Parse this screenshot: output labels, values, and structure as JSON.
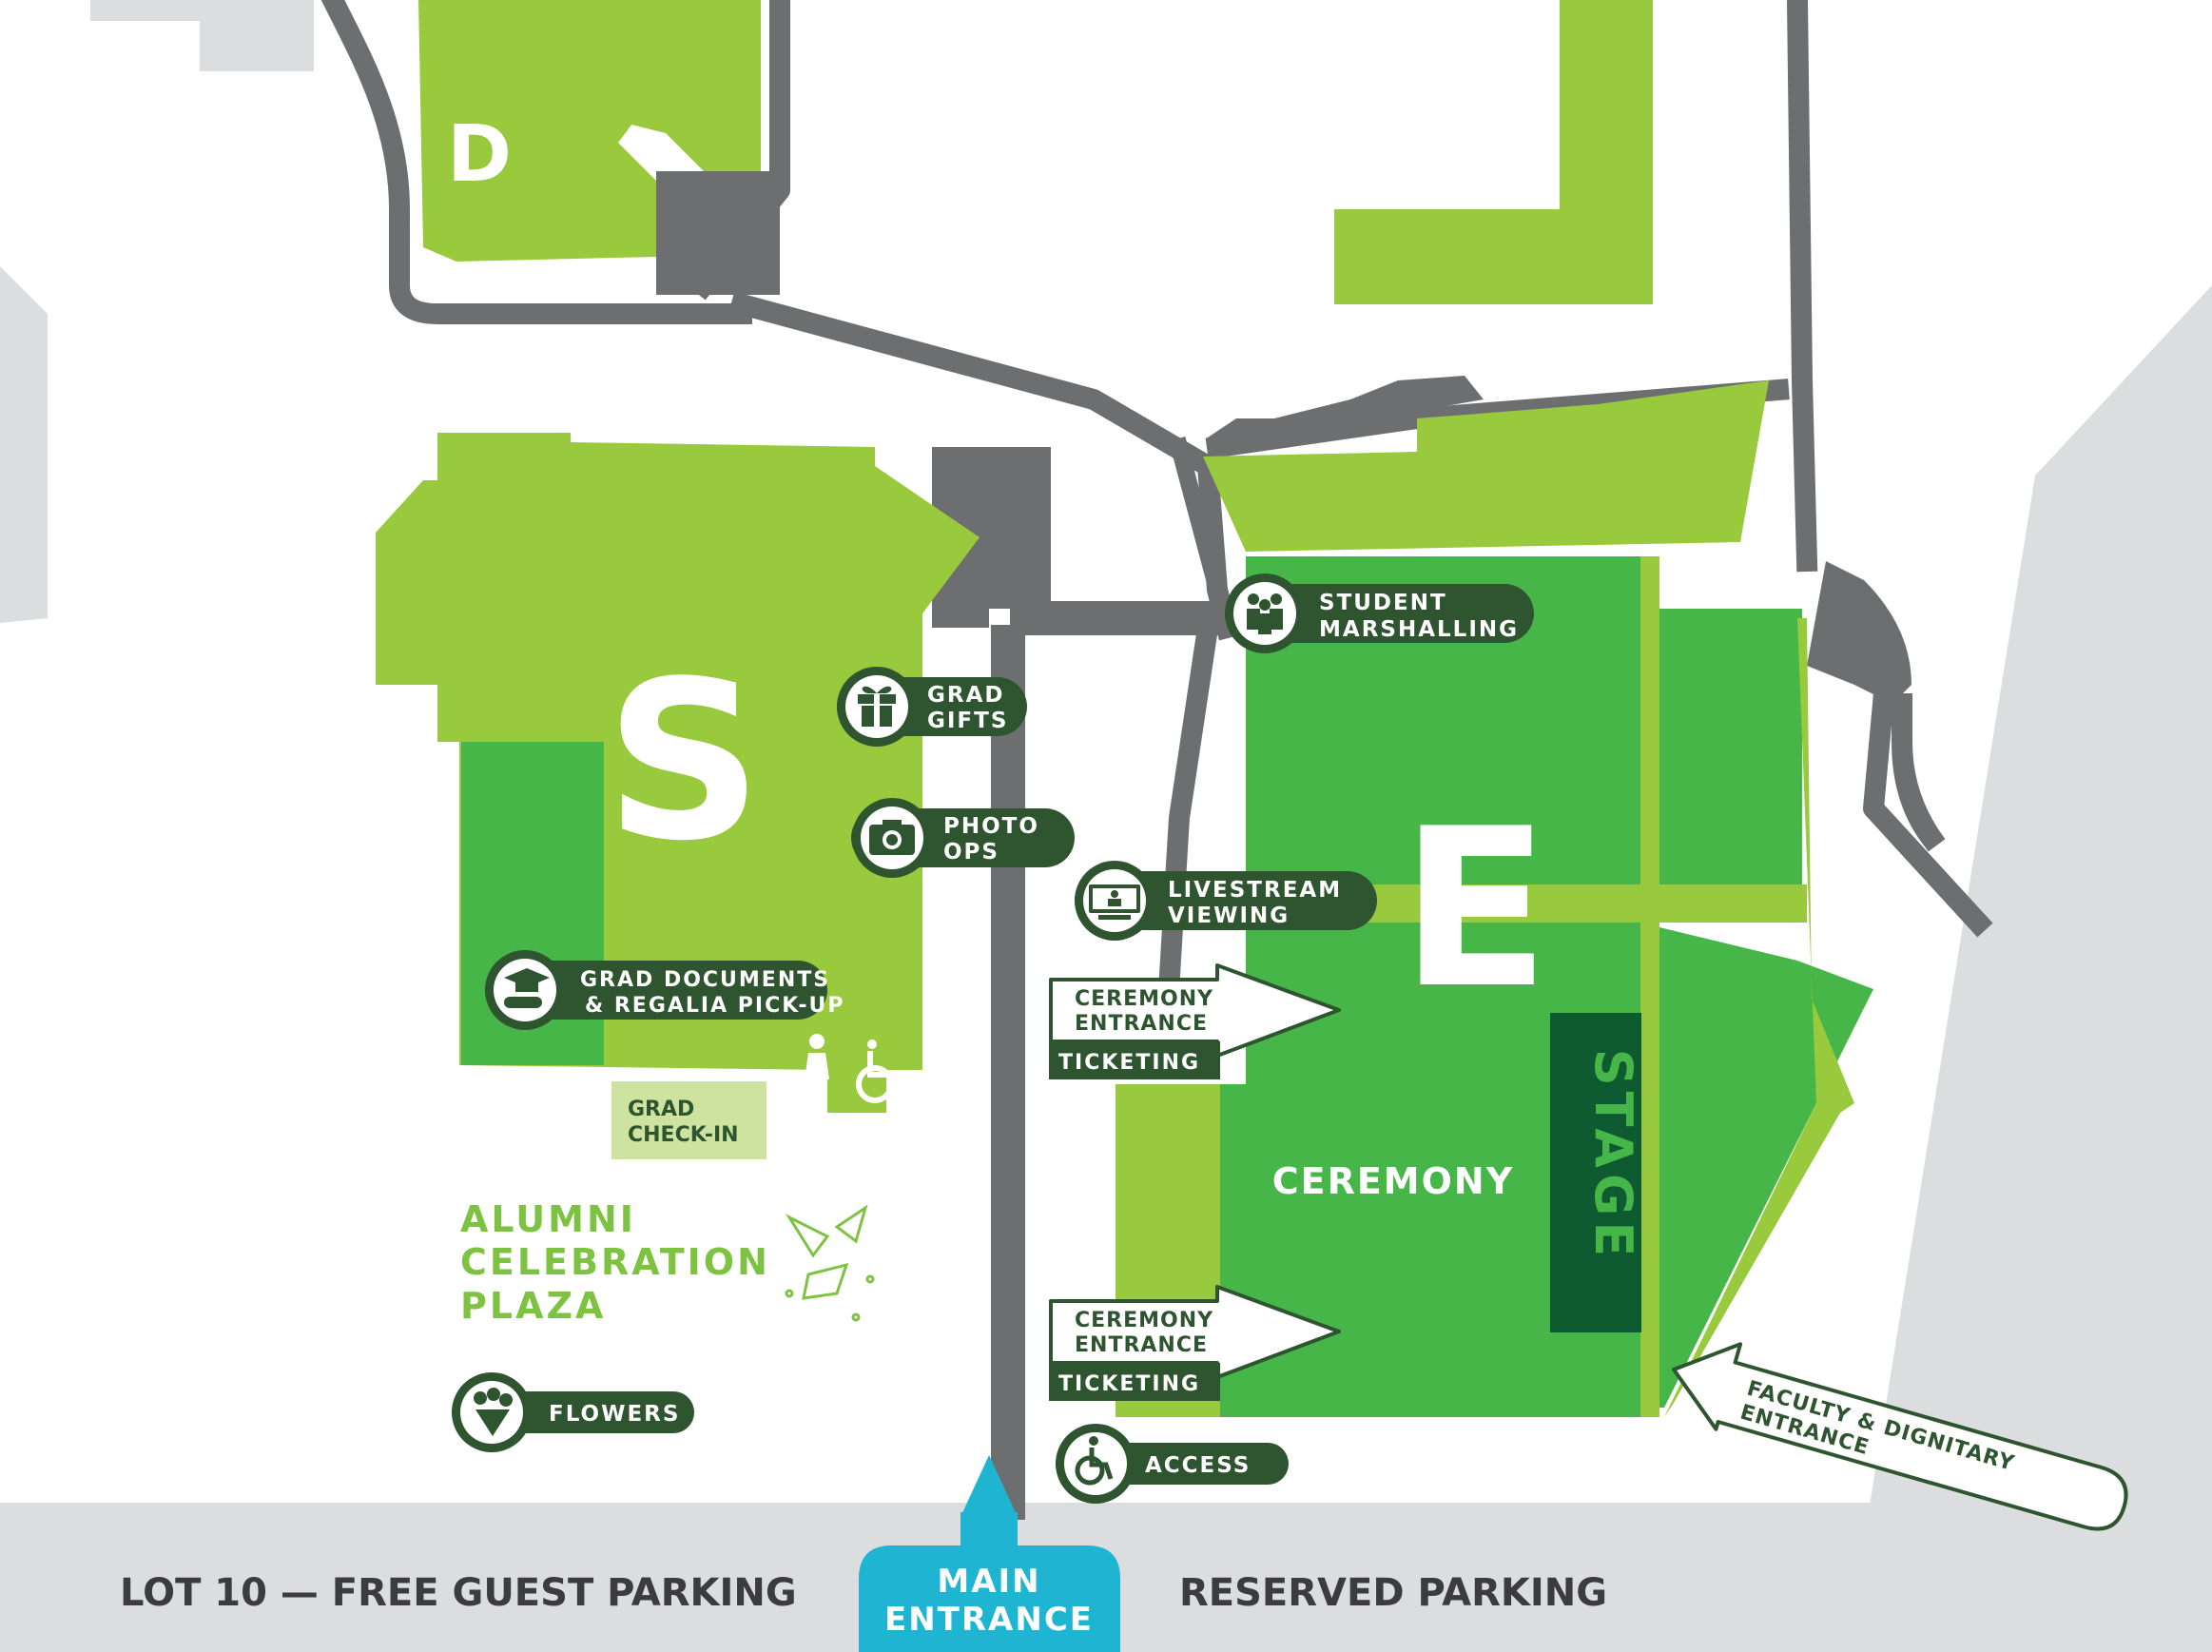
{
  "colors": {
    "light_green": "#99c93c",
    "mid_green": "#46b649",
    "dark_green": "#0e5a31",
    "pill_green": "#2f5530",
    "road_gray": "#6d6e70",
    "area_gray": "#dcdddf",
    "entrance_cyan": "#1eb4d2"
  },
  "buildings": {
    "d_label": "D",
    "s_label": "S",
    "e_label": "E",
    "stage_label": "STAGE",
    "ceremony_label": "CEREMONY"
  },
  "pois": {
    "student_marshalling": {
      "line1": "STUDENT",
      "line2": "MARSHALLING",
      "icon": "people-icon"
    },
    "grad_gifts": {
      "line1": "GRAD",
      "line2": "GIFTS",
      "icon": "gift-icon"
    },
    "photo_ops": {
      "line1": "PHOTO",
      "line2": "OPS",
      "icon": "camera-icon"
    },
    "livestream": {
      "line1": "LIVESTREAM",
      "line2": "VIEWING",
      "icon": "screen-icon"
    },
    "grad_documents": {
      "line1": "GRAD DOCUMENTS",
      "line2": "& REGALIA PICK-UP",
      "icon": "graduation-cap-icon"
    },
    "flowers": {
      "label": "FLOWERS",
      "icon": "flowers-icon"
    },
    "access": {
      "label": "ACCESS",
      "icon": "wheelchair-icon"
    }
  },
  "grad_checkin": {
    "line1": "GRAD",
    "line2": "CHECK-IN"
  },
  "alumni_plaza": {
    "line1": "ALUMNI",
    "line2": "CELEBRATION",
    "line3": "PLAZA"
  },
  "ceremony_entrances": [
    {
      "line1": "CEREMONY",
      "line2": "ENTRANCE",
      "ticket": "TICKETING"
    },
    {
      "line1": "CEREMONY",
      "line2": "ENTRANCE",
      "ticket": "TICKETING"
    }
  ],
  "faculty_entrance": {
    "line1": "FACULTY & DIGNITARY",
    "line2": "ENTRANCE"
  },
  "parking": {
    "left": "LOT 10 — FREE GUEST PARKING",
    "right": "RESERVED PARKING"
  },
  "main_entrance": {
    "line1": "MAIN",
    "line2": "ENTRANCE"
  }
}
